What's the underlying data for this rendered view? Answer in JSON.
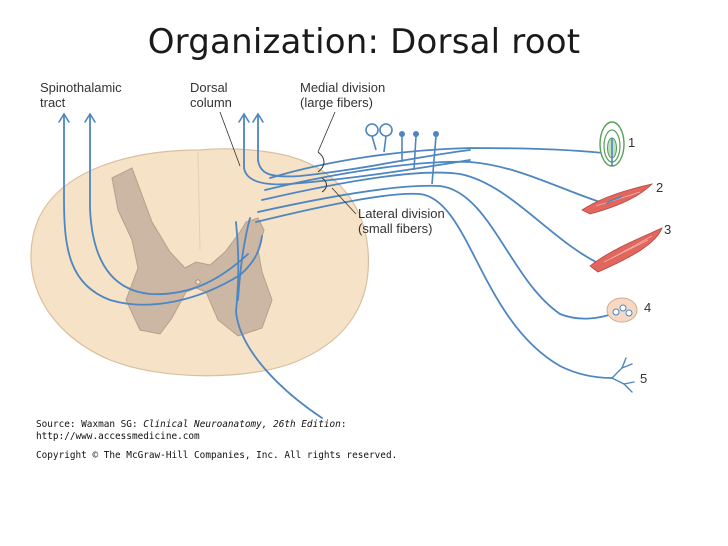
{
  "title": "Organization: Dorsal root",
  "labels": {
    "spinothalamic_l1": "Spinothalamic",
    "spinothalamic_l2": "tract",
    "dorsal_l1": "Dorsal",
    "dorsal_l2": "column",
    "medial_l1": "Medial division",
    "medial_l2": "(large fibers)",
    "lateral_l1": "Lateral division",
    "lateral_l2": "(small fibers)"
  },
  "receptor_numbers": [
    "1",
    "2",
    "3",
    "4",
    "5"
  ],
  "source": {
    "prefix": "Source: Waxman SG: ",
    "book": "Clinical Neuroanatomy, 26th Edition",
    "suffix": ":",
    "url": "http://www.accessmedicine.com",
    "copyright": "Copyright © The McGraw-Hill Companies, Inc. All rights reserved."
  },
  "colors": {
    "cord_white_matter": "#f6e2c6",
    "gray_matter": "#cbb7a4",
    "nerve_fiber": "#4d86c0",
    "muscle": "#e0665e"
  },
  "icons": [
    "neuron-cell-body",
    "receptor-ending",
    "muscle-spindle",
    "free-nerve-ending"
  ]
}
